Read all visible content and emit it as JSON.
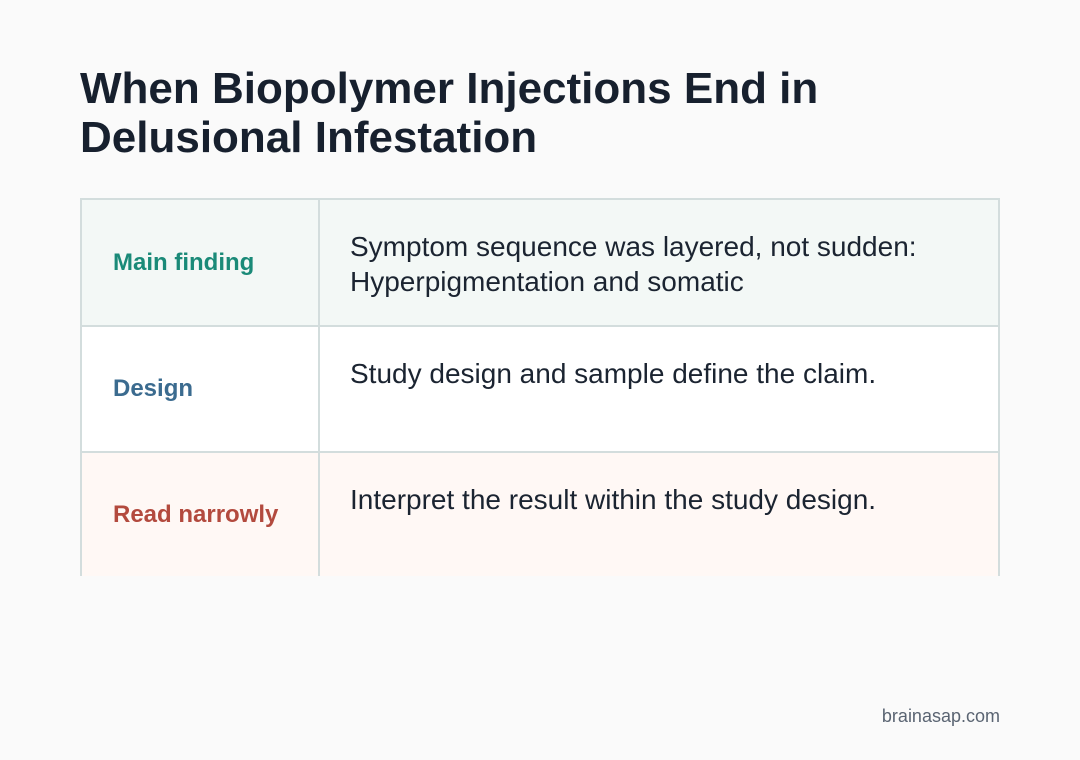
{
  "title": "When Biopolymer Injections End in Delusional Infestation",
  "rows": [
    {
      "label": "Main finding",
      "text": "Symptom sequence was layered, not sudden: Hyperpigmentation and somatic"
    },
    {
      "label": "Design",
      "text": "Study design and sample define the claim."
    },
    {
      "label": "Read narrowly",
      "text": "Interpret the result within the study design."
    }
  ],
  "footer": "brainasap.com",
  "colors": {
    "title": "#17202e",
    "main_finding": "#1a8a78",
    "design": "#3b6b8f",
    "read_narrowly": "#b34a3e"
  }
}
